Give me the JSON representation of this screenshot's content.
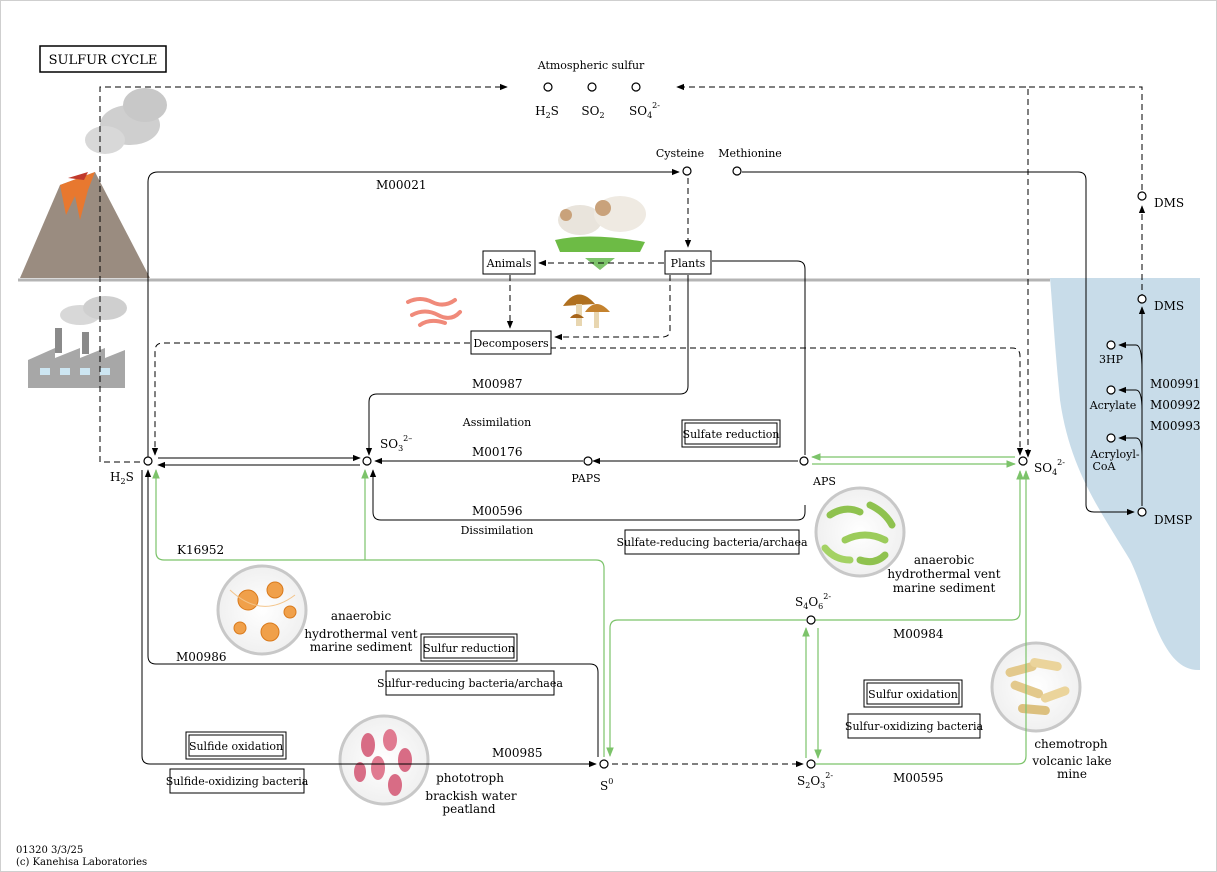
{
  "title": "SULFUR CYCLE",
  "footer": {
    "map_id": "01320 3/3/25",
    "copyright": "(c) Kanehisa Laboratories"
  },
  "nodes": {
    "atmospheric_sulfur": "Atmospheric sulfur",
    "h2s_atm": {
      "base": "H",
      "sub": "2",
      "rest": "S"
    },
    "so2_atm": {
      "base": "SO",
      "sub": "2"
    },
    "so4_atm": {
      "base": "SO",
      "sub": "4",
      "sup": "2-"
    },
    "cysteine": "Cysteine",
    "methionine": "Methionine",
    "dms_atm": "DMS",
    "dms_sea": "DMS",
    "three_hp": "3HP",
    "acrylate": "Acrylate",
    "acryloyl_coa_1": "Acryloyl-",
    "acryloyl_coa_2": "CoA",
    "dmsp": "DMSP",
    "h2s": {
      "base": "H",
      "sub": "2",
      "rest": "S"
    },
    "so3": {
      "base": "SO",
      "sub": "3",
      "sup": "2–"
    },
    "paps": "PAPS",
    "aps": "APS",
    "so4": {
      "base": "SO",
      "sub": "4",
      "sup": "2-"
    },
    "s0": {
      "base": "S",
      "sup": "0"
    },
    "s4o6": {
      "b1": "S",
      "s1": "4",
      "b2": "O",
      "s2": "6",
      "sup": "2-"
    },
    "s2o3": {
      "b1": "S",
      "s1": "2",
      "b2": "O",
      "s2": "3",
      "sup": "2-"
    }
  },
  "boxes": {
    "animals": "Animals",
    "plants": "Plants",
    "decomposers": "Decomposers",
    "sulfate_reduction": "Sulfate reduction",
    "sulfate_reducing": "Sulfate-reducing bacteria/archaea",
    "sulfur_reduction": "Sulfur reduction",
    "sulfur_reducing": "Sulfur-reducing bacteria/archaea",
    "sulfide_oxidation": "Sulfide oxidation",
    "sulfide_oxidizing": "Sulfide-oxidizing bacteria",
    "sulfur_oxidation": "Sulfur oxidation",
    "sulfur_oxidizing": "Sulfur-oxidizing bacteria"
  },
  "modules": {
    "m00021": "M00021",
    "m00987": "M00987",
    "m00176": "M00176",
    "m00596": "M00596",
    "k16952": "K16952",
    "m00986": "M00986",
    "m00985": "M00985",
    "m00984": "M00984",
    "m00595": "M00595",
    "m00991": "M00991",
    "m00992": "M00992",
    "m00993": "M00993"
  },
  "labels": {
    "assimilation": "Assimilation",
    "dissimilation": "Dissimilation",
    "habitat1": [
      "anaerobic",
      "hydrothermal vent",
      "marine sediment"
    ],
    "habitat2": [
      "anaerobic",
      "hydrothermal vent",
      "marine sediment"
    ],
    "habitat3": [
      "phototroph",
      "brackish water",
      "peatland"
    ],
    "habitat4": [
      "chemotroph",
      "volcanic lake",
      "mine"
    ]
  },
  "colors": {
    "green_arrow": "#7cc36a",
    "sea": "#c8dce9",
    "ground_line": "#b4b4b4",
    "volcano": "#9a8c80",
    "lava": "#e8782f"
  },
  "icons": [
    "volcano-icon",
    "factory-icon",
    "sheep-icon",
    "worm-icon",
    "mushroom-icon",
    "bacteria-icon"
  ]
}
